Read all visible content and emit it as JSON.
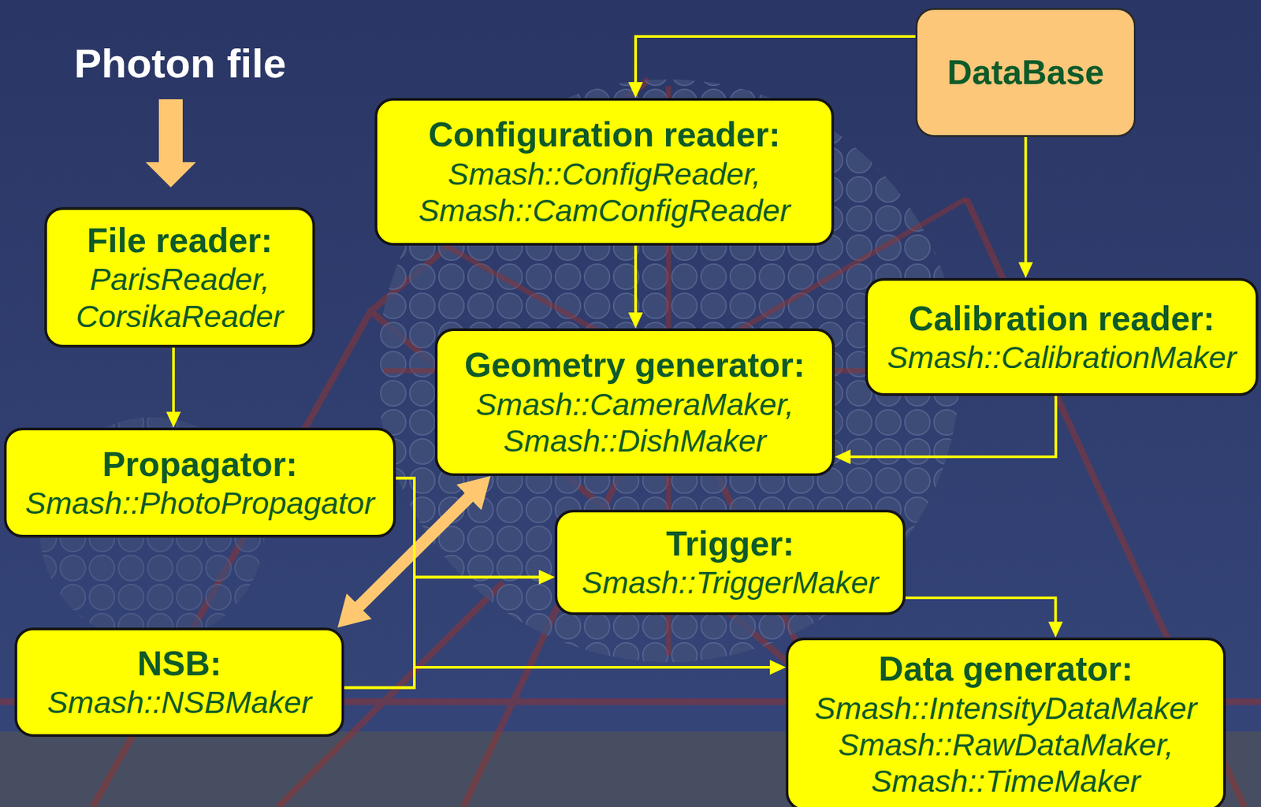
{
  "diagram": {
    "nodes": [
      {
        "text": [
          "Configuration reader:",
          "Smash::ConfigReader, Smash::CamConfigReader"
        ]
      },
      {
        "text": [
          "DataBase"
        ]
      },
      {
        "text": [
          "File reader:",
          "ParisReader, CorsikaReader"
        ]
      },
      {
        "text": [
          "Calibration reader:",
          "Smash::CalibrationMaker"
        ]
      },
      {
        "text": [
          "Geometry generator:",
          "Smash::CameraMaker, Smash::DishMaker"
        ]
      },
      {
        "text": [
          "Propagator:",
          "Smash::PhotoPropagator"
        ]
      },
      {
        "text": [
          "Trigger:",
          "Smash::TriggerMaker"
        ]
      },
      {
        "text": [
          "NSB:",
          "Smash::NSBMaker"
        ]
      },
      {
        "text": [
          "Data generator:",
          "Smash::IntensityDataMaker Smash::RawDataMaker, Smash::TimeMaker"
        ]
      }
    ],
    "edges": [
      {
        "from": 1,
        "to": 0,
        "arrow": "to"
      },
      {
        "from": 1,
        "to": 3,
        "arrow": "to"
      },
      {
        "from": 0,
        "to": 4,
        "arrow": "to"
      },
      {
        "from": 3,
        "to": 4,
        "arrow": "to"
      },
      {
        "from": 2,
        "to": 5,
        "arrow": "to"
      },
      {
        "from": 4,
        "to": 7,
        "arrow": "both"
      },
      {
        "from": 5,
        "to": 6,
        "arrow": "to"
      },
      {
        "from": 5,
        "to": 8,
        "arrow": "to"
      },
      {
        "from": 7,
        "to": 6,
        "arrow": "to"
      },
      {
        "from": 7,
        "to": 8,
        "arrow": "to"
      },
      {
        "from": 6,
        "to": 8,
        "arrow": "to"
      }
    ],
    "labels": [
      "Photon file"
    ]
  }
}
